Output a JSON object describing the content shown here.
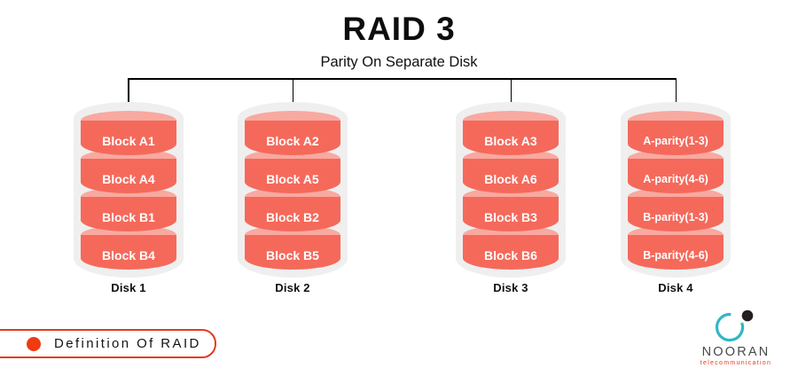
{
  "header": {
    "title": "RAID 3",
    "subtitle": "Parity On Separate Disk"
  },
  "disks": [
    {
      "label": "Disk 1",
      "blocks": [
        "Block A1",
        "Block A4",
        "Block B1",
        "Block B4"
      ]
    },
    {
      "label": "Disk 2",
      "blocks": [
        "Block A2",
        "Block A5",
        "Block B2",
        "Block B5"
      ]
    },
    {
      "label": "Disk 3",
      "blocks": [
        "Block A3",
        "Block A6",
        "Block B3",
        "Block B6"
      ]
    },
    {
      "label": "Disk 4",
      "blocks": [
        "A-parity(1-3)",
        "A-parity(4-6)",
        "B-parity(1-3)",
        "B-parity(4-6)"
      ]
    }
  ],
  "footer": {
    "badge_label": "Definition Of RAID",
    "logo": {
      "name": "NOORAN",
      "tagline": "telecommunication"
    }
  },
  "colors": {
    "block_body": "#F5695B",
    "block_cap": "#F8A9A0",
    "cylinder_shell": "#EFEFEF",
    "accent_red": "#E8391B",
    "logo_teal": "#30B7C8",
    "connector_black": "#000000",
    "text_black": "#0D0D0D",
    "block_text_white": "#FFFFFF"
  },
  "icons": {
    "badge_bullet": "red-dot-icon",
    "logo_mark": "nooran-circle-dot-logo-icon"
  }
}
